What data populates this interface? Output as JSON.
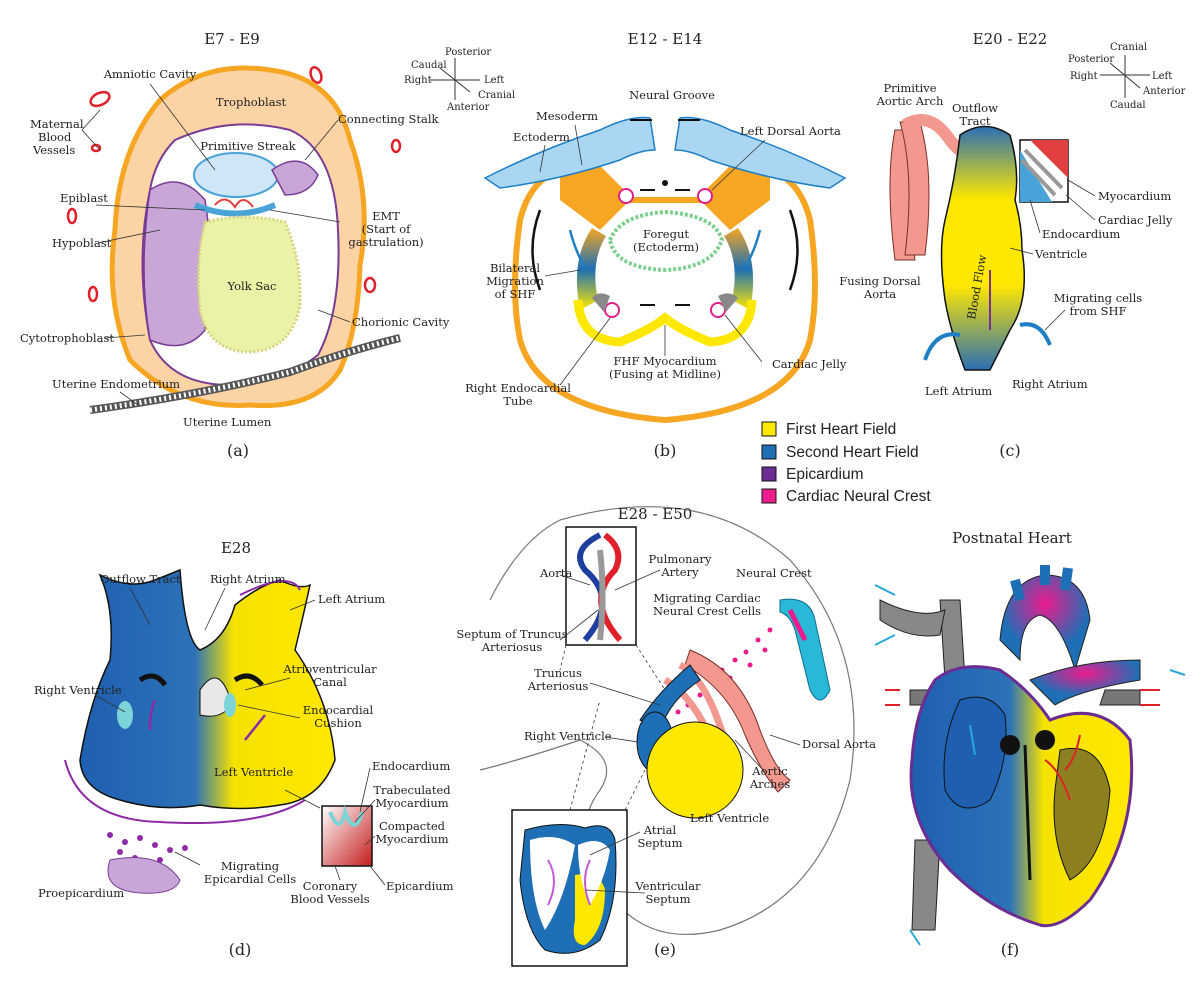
{
  "panels": {
    "a": {
      "caption": "(a)",
      "title": "E7 - E9",
      "labels": {
        "maternal": [
          "Maternal",
          "Blood",
          "Vessels"
        ],
        "amniotic": "Amniotic Cavity",
        "trophoblast": "Trophoblast",
        "connecting": "Connecting Stalk",
        "streak": "Primitive Streak",
        "epiblast": "Epiblast",
        "emt": [
          "EMT",
          "(Start of",
          "gastrulation)"
        ],
        "hypoblast": "Hypoblast",
        "yolk": "Yolk Sac",
        "chorionic": "Chorionic Cavity",
        "cyto": "Cytotrophoblast",
        "endometrium": "Uterine Endometrium",
        "lumen": "Uterine Lumen"
      }
    },
    "b": {
      "caption": "(b)",
      "title": "E12 - E14",
      "axes": {
        "up": "Posterior",
        "left_up": "Caudal",
        "left": "Right",
        "right": "Left",
        "right_down": "Cranial",
        "down": "Anterior"
      },
      "labels": {
        "groove": "Neural Groove",
        "mesoderm": "Mesoderm",
        "ectoderm": "Ectoderm",
        "aorta": "Left Dorsal Aorta",
        "foregut": [
          "Foregut",
          "(Ectoderm)"
        ],
        "shf": [
          "Bilateral",
          "Migration",
          "of SHF"
        ],
        "fhf": [
          "FHF Myocardium",
          "(Fusing at Midline)"
        ],
        "jelly": "Cardiac Jelly",
        "tube": [
          "Right Endocardial",
          "Tube"
        ]
      }
    },
    "c": {
      "caption": "(c)",
      "title": "E20 - E22",
      "axes": {
        "up": "Cranial",
        "left_up": "Posterior",
        "left": "Right",
        "right": "Left",
        "right_down": "Anterior",
        "down": "Caudal"
      },
      "labels": {
        "arch": [
          "Primitive",
          "Aortic Arch"
        ],
        "outflow": [
          "Outflow",
          "Tract"
        ],
        "myocardium": "Myocardium",
        "jelly": "Cardiac Jelly",
        "endocardium": "Endocardium",
        "ventricle": "Ventricle",
        "fusing": [
          "Fusing Dorsal",
          "Aorta"
        ],
        "flow": "Blood Flow",
        "migrating": [
          "Migrating cells",
          "from SHF"
        ],
        "la": "Left Atrium",
        "ra": "Right Atrium"
      }
    },
    "d": {
      "caption": "(d)",
      "title": "E28",
      "labels": {
        "outflow": "Outflow Tract",
        "ra": "Right Atrium",
        "la": "Left Atrium",
        "av": [
          "Atrioventricular",
          "Canal"
        ],
        "rv": "Right Ventricle",
        "cushion": [
          "Endocardial",
          "Cushion"
        ],
        "lv": "Left Ventricle",
        "endocardium": "Endocardium",
        "trab": [
          "Trabeculated",
          "Myocardium"
        ],
        "compact": [
          "Compacted",
          "Myocardium"
        ],
        "migrating": [
          "Migrating",
          "Epicardial Cells"
        ],
        "proepi": "Proepicardium",
        "coronary": [
          "Coronary",
          "Blood Vessels"
        ],
        "epicardium": "Epicardium"
      }
    },
    "e": {
      "caption": "(e)",
      "title": "E28 - E50",
      "labels": {
        "aorta": "Aorta",
        "pulm": [
          "Pulmonary",
          "Artery"
        ],
        "neural": "Neural Crest",
        "mccc": [
          "Migrating Cardiac",
          "Neural Crest Cells"
        ],
        "septum_ta": [
          "Septum of Truncus",
          "Arteriosus"
        ],
        "ta": [
          "Truncus",
          "Arteriosus"
        ],
        "rv": "Right Ventricle",
        "dorsal": "Dorsal Aorta",
        "arches": [
          "Aortic",
          "Arches"
        ],
        "lv": "Left Ventricle",
        "atrial": [
          "Atrial",
          "Septum"
        ],
        "vent": [
          "Ventricular",
          "Septum"
        ]
      }
    },
    "f": {
      "caption": "(f)",
      "title": "Postnatal Heart"
    }
  },
  "legend": [
    {
      "label": "First Heart Field",
      "color": "#ffe800"
    },
    {
      "label": "Second Heart Field",
      "color": "#1e6fb5"
    },
    {
      "label": "Epicardium",
      "color": "#6b2d91"
    },
    {
      "label": "Cardiac Neural Crest",
      "color": "#ec1c8d"
    }
  ]
}
